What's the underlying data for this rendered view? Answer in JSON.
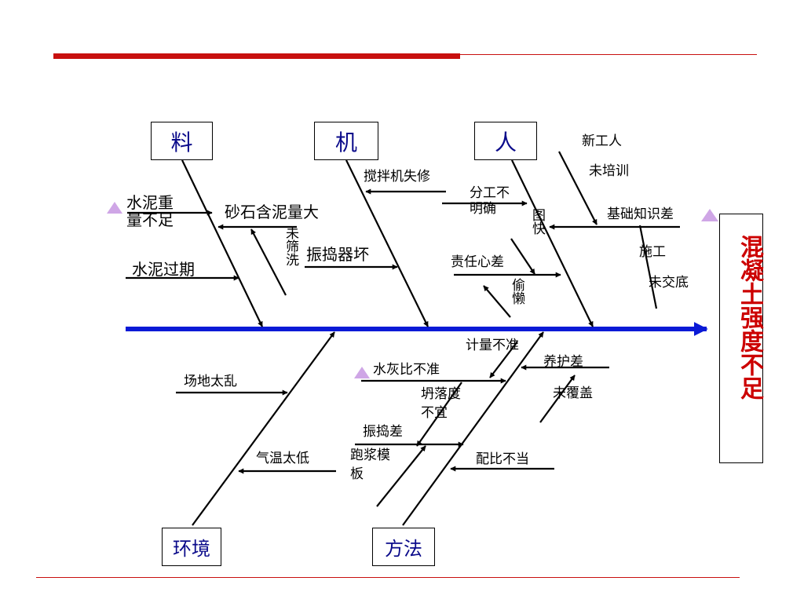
{
  "effect": "混凝土强度不足",
  "categories": {
    "material": "料",
    "machine": "机",
    "man": "人",
    "environment": "环境",
    "method": "方法"
  },
  "causes": {
    "material": {
      "cement_weight": "水泥重\n量不足",
      "sand_mud": "砂石含泥量大",
      "not_sieved": "未筛洗",
      "cement_expired": "水泥过期"
    },
    "machine": {
      "mixer_repair": "搅拌机失修",
      "vibrator_broken": "振捣器坏"
    },
    "man": {
      "new_workers": "新工人",
      "not_trained": "未培训",
      "basic_knowledge": "基础知识差",
      "construction": "施工",
      "no_briefing": "未交底",
      "division_unclear": "分工不\n明确",
      "rush": "图快",
      "responsibility": "责任心差",
      "lazy": "偷懒"
    },
    "environment": {
      "site_messy": "场地太乱",
      "temperature_low": "气温太低"
    },
    "method": {
      "wcr_inaccurate": "水灰比不准",
      "metering": "计量不准",
      "slump": "坍落度不宜",
      "vibration_poor": "振捣差",
      "grout_leak": "跑浆模板",
      "curing_poor": "养护差",
      "not_covered": "未覆盖",
      "mix_ratio": "配比不当"
    }
  },
  "colors": {
    "spine": "#0a1ad6",
    "accent_red": "#c8100f",
    "category_text": "#0a0a8a",
    "effect_text": "#cc0000",
    "triangle": "#cfa6e6"
  }
}
